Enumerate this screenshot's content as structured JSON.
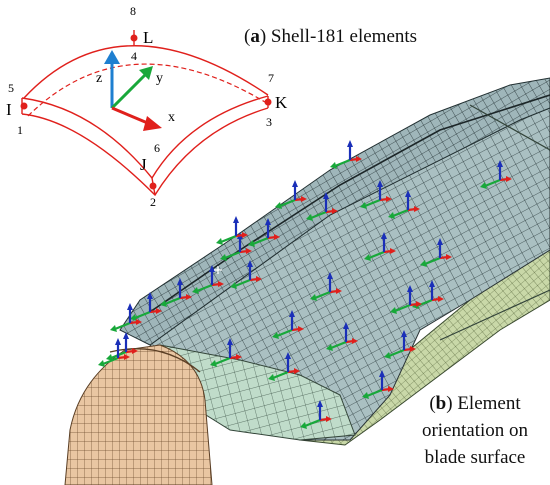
{
  "panel_a": {
    "letter": "a",
    "caption": "Shell-181 elements",
    "node_labels": {
      "I": "I",
      "J": "J",
      "K": "K",
      "L": "L"
    },
    "node_numbers": [
      "1",
      "2",
      "3",
      "4",
      "5",
      "6",
      "7",
      "8"
    ],
    "axes": {
      "x": "x",
      "y": "y",
      "z": "z"
    },
    "colors": {
      "element": "#e0201c",
      "x_axis": "#e0201c",
      "y_axis": "#19a83a",
      "z_axis": "#1e7fd0",
      "node": "#e0201c"
    }
  },
  "panel_b": {
    "letter": "b",
    "caption_lines": [
      "Element",
      "orientation on",
      "blade surface"
    ],
    "colors": {
      "mesh_fill": "#a8bdbf",
      "mesh_line": "#2b3a3c",
      "root_fill": "#e7c39f",
      "transition_fill": "#bedbc8",
      "x_arrow": "#e0201c",
      "y_arrow": "#18a83a",
      "z_arrow": "#1a2fb8"
    }
  }
}
